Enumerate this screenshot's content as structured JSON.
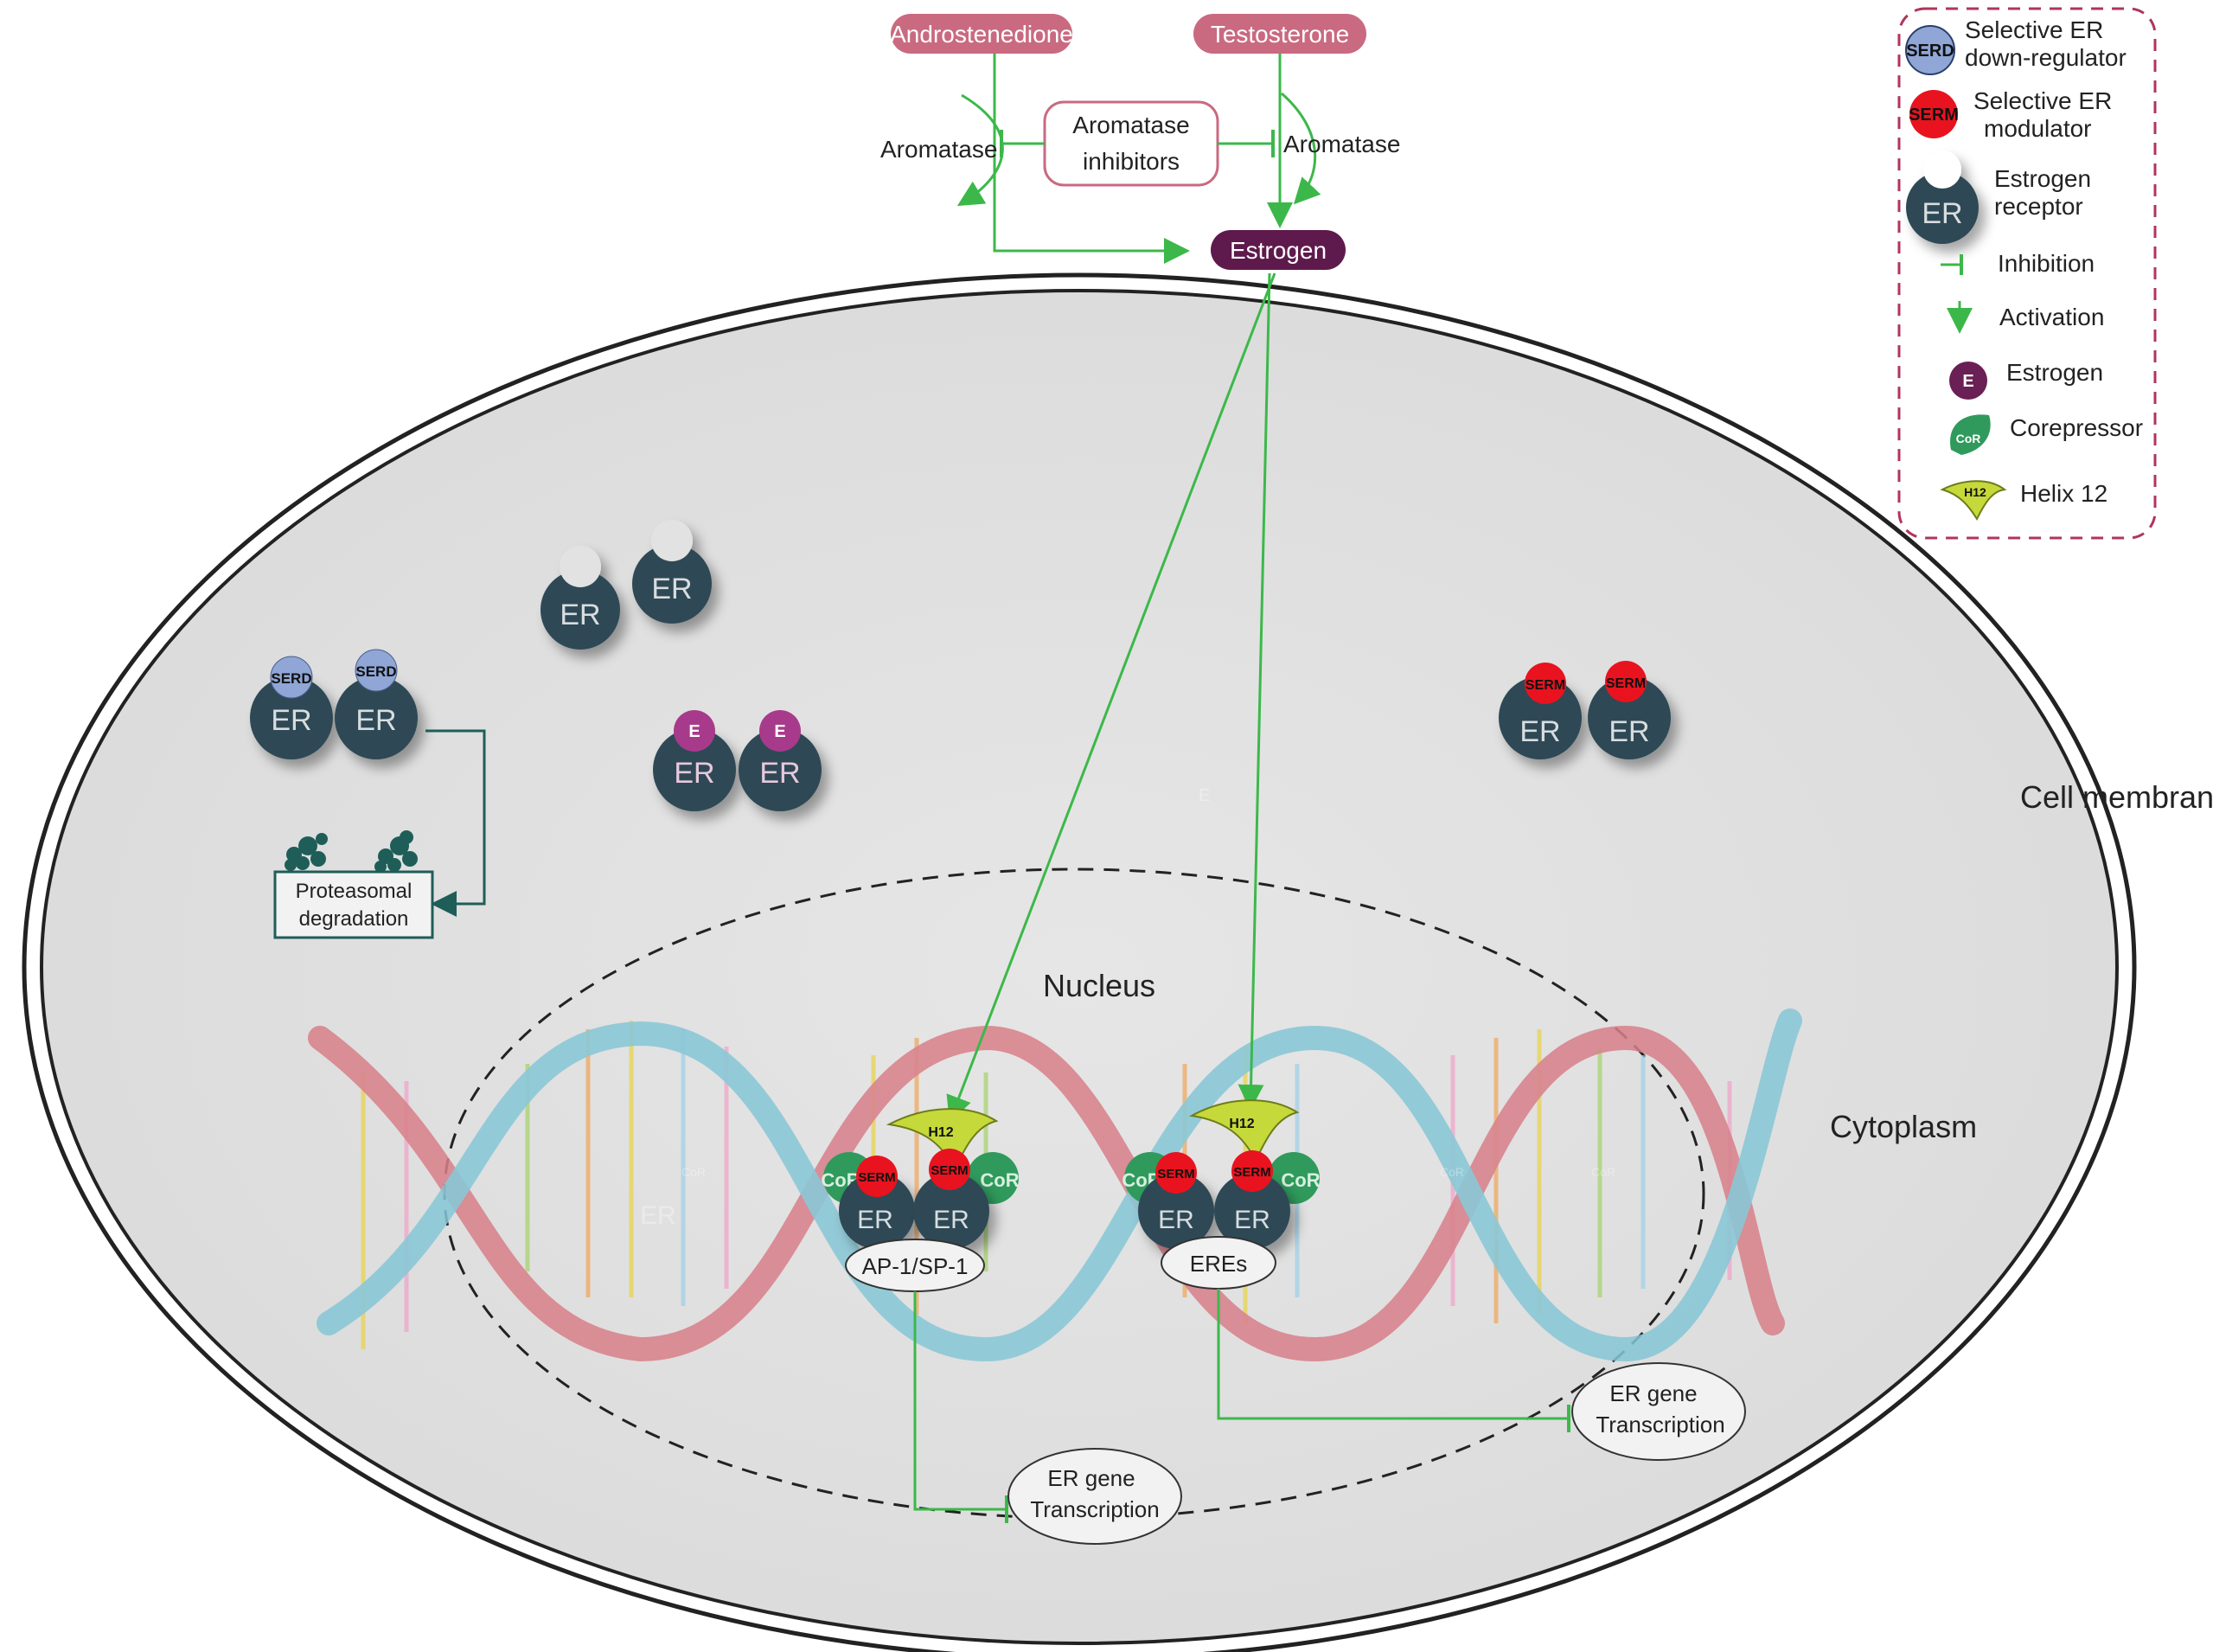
{
  "colors": {
    "er_receptor": "#2f4a55",
    "serd_ligand": "#8fa6d6",
    "serm_ligand": "#e8131f",
    "estrogen": "#6a1f55",
    "corepressor": "#2f9a5c",
    "helix12": "#c6d93a",
    "arrow_green": "#3cb84a",
    "precursor_pill": "#c96a80",
    "cell_fill": "#e2e2e2",
    "legend_border": "#b0355a",
    "degradation": "#1f5e58",
    "dna_strand_a": "#d8808a",
    "dna_strand_b": "#86c6d6"
  },
  "precursors": {
    "androstenedione": "Androstenedione",
    "testosterone": "Testosterone",
    "estrogen": "Estrogen"
  },
  "enzymes": {
    "aromatase_left": "Aromatase",
    "aromatase_right": "Aromatase",
    "inhibitors_line1": "Aromatase",
    "inhibitors_line2": "inhibitors"
  },
  "legend": {
    "serd_chip": "SERD",
    "serd_line1": "Selective ER",
    "serd_line2": "down-regulator",
    "serm_chip": "SERM",
    "serm_line1": "Selective ER",
    "serm_line2": "modulator",
    "er_chip": "ER",
    "er_line1": "Estrogen",
    "er_line2": "receptor",
    "inhibition": "Inhibition",
    "activation": "Activation",
    "estrogen_chip": "E",
    "estrogen": "Estrogen",
    "corepressor_chip": "CoR",
    "corepressor": "Corepressor",
    "helix_chip": "H12",
    "helix": "Helix 12"
  },
  "cell": {
    "membrane": "Cell membrane",
    "cytoplasm": "Cytoplasm",
    "nucleus": "Nucleus",
    "faint_e": "E",
    "faint_er": "ER",
    "faint_cor_1": "CoR",
    "faint_cor_2": "CoR",
    "faint_cor_3": "CoR"
  },
  "complexes": {
    "er": "ER",
    "serd": "SERD",
    "serm": "SERM",
    "e": "E",
    "cor": "CoR",
    "h12": "H12",
    "degradation_line1": "Proteasomal",
    "degradation_line2": "degradation"
  },
  "binding_sites": {
    "ap1": "AP-1/SP-1",
    "eres": "EREs"
  },
  "transcription": {
    "line1": "ER gene",
    "line2": "Transcription"
  }
}
